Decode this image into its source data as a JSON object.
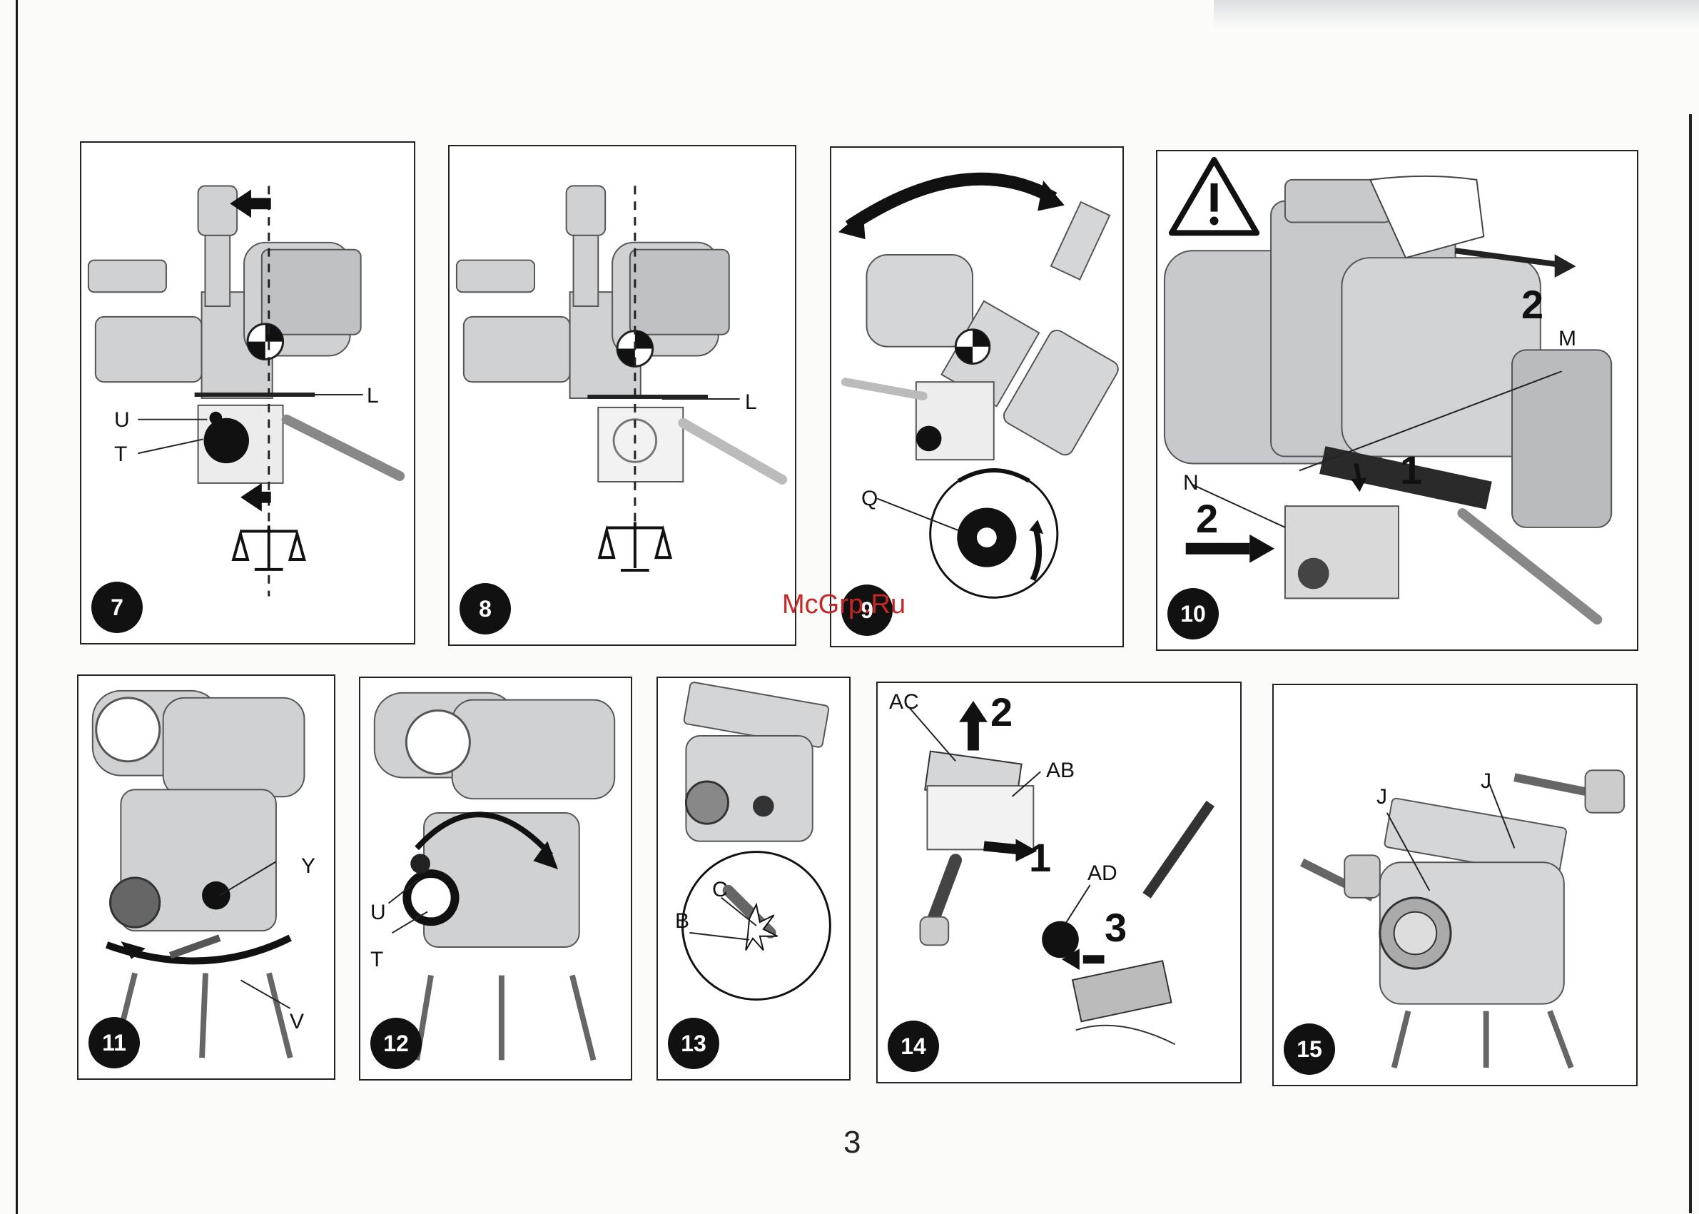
{
  "page_number": "3",
  "watermark": "McGrp.Ru",
  "panels": [
    {
      "number": "7",
      "labels": [
        "U",
        "T",
        "L"
      ]
    },
    {
      "number": "8",
      "labels": [
        "L"
      ]
    },
    {
      "number": "9",
      "labels": [
        "Q"
      ]
    },
    {
      "number": "10",
      "labels": [
        "M",
        "N"
      ],
      "steps": [
        "1",
        "2",
        "2"
      ]
    },
    {
      "number": "11",
      "labels": [
        "Y",
        "V"
      ]
    },
    {
      "number": "12",
      "labels": [
        "U",
        "T"
      ]
    },
    {
      "number": "13",
      "labels": [
        "C",
        "B"
      ]
    },
    {
      "number": "14",
      "labels": [
        "AC",
        "AB",
        "AD"
      ],
      "steps": [
        "2",
        "1",
        "3"
      ]
    },
    {
      "number": "15",
      "labels": [
        "J",
        "J"
      ]
    }
  ],
  "icons": [
    "warning-icon",
    "balance-scale-icon",
    "arrow-left-icon",
    "rotate-arrow-icon"
  ]
}
